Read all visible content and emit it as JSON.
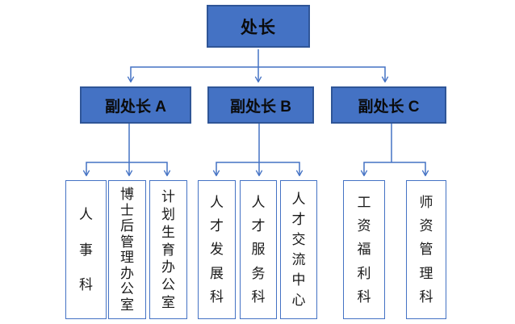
{
  "colors": {
    "branch_fill": "#4472C4",
    "branch_border": "#2F5597",
    "leaf_border": "#4472C4",
    "leaf_fill": "#ffffff",
    "connector": "#4472C4",
    "text": "#1a1a1a",
    "background": "#ffffff"
  },
  "org_chart": {
    "type": "organization-chart",
    "root": {
      "label": "处长"
    },
    "deputies": [
      {
        "label": "副处长 A",
        "children": [
          "人事科",
          "博士后管理办公室",
          "计划生育办公室"
        ]
      },
      {
        "label": "副处长 B",
        "children": [
          "人才发展科",
          "人才服务科",
          "人才交流中心"
        ]
      },
      {
        "label": "副处长 C",
        "children": [
          "工资福利科",
          "师资管理科"
        ]
      }
    ]
  }
}
